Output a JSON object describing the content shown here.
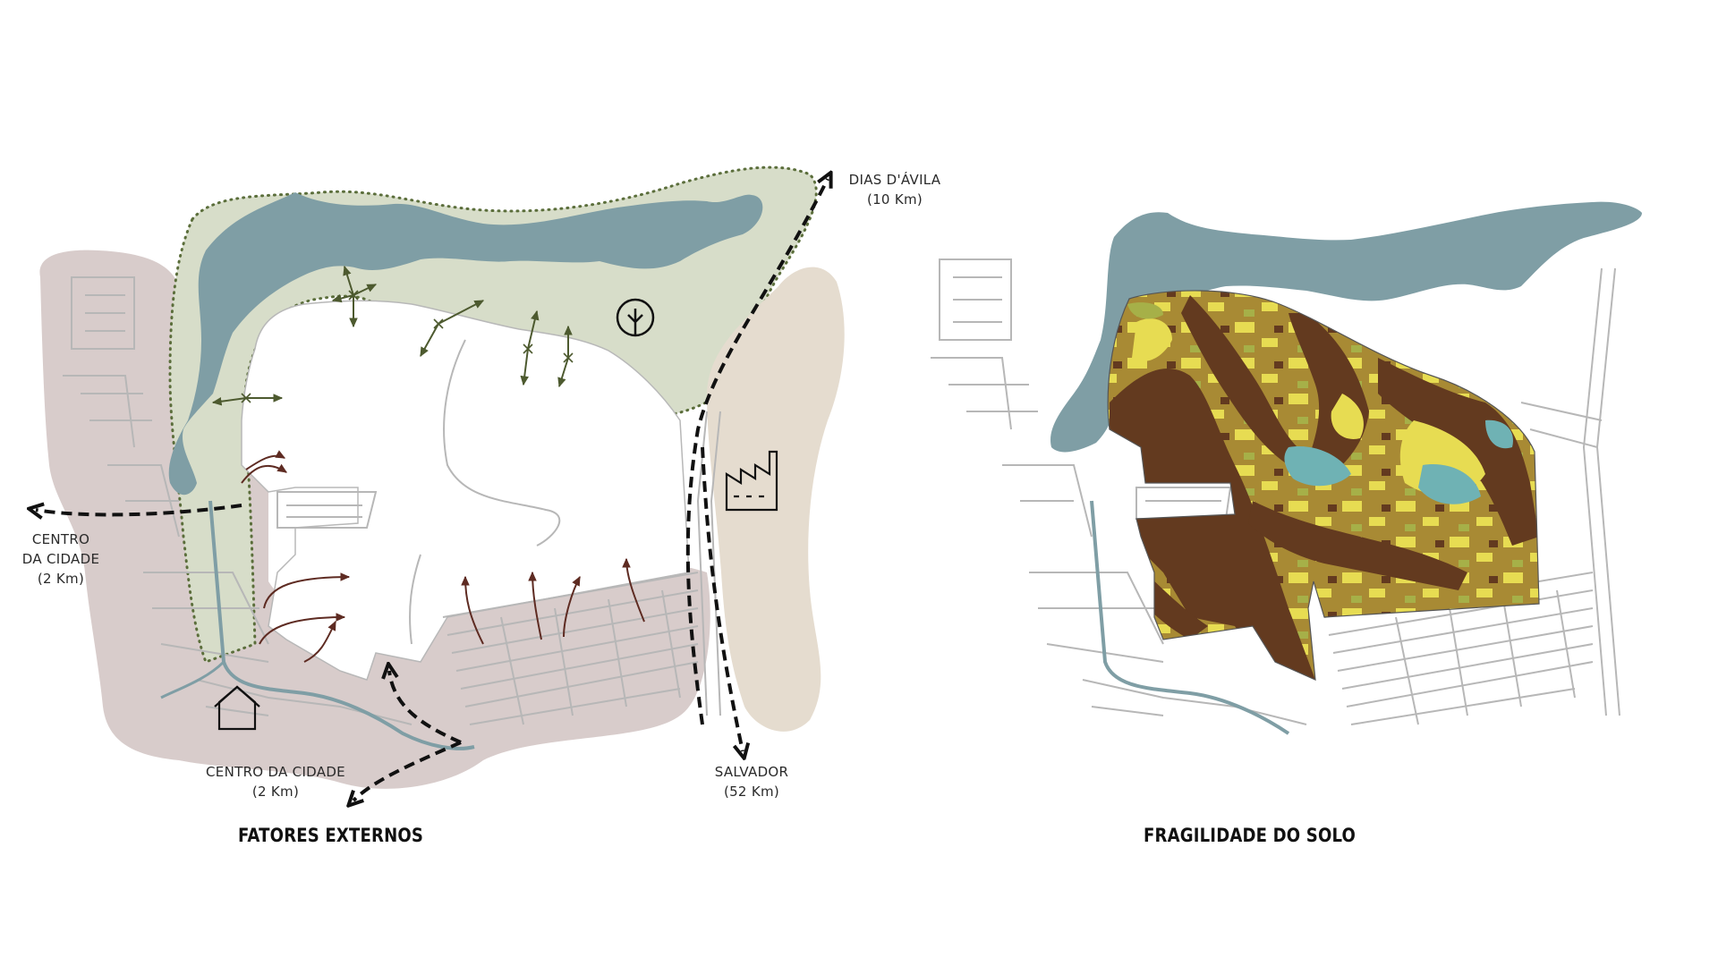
{
  "maps": [
    {
      "title": "FATORES EXTERNOS",
      "labels": {
        "dias_davila": [
          "DIAS D'ÁVILA",
          "(10 Km)"
        ],
        "centro_left": [
          "CENTRO",
          "DA CIDADE",
          "(2 Km)"
        ],
        "centro_bottom": [
          "CENTRO DA CIDADE",
          "(2 Km)"
        ],
        "salvador": [
          "SALVADOR",
          "(52 Km)"
        ]
      },
      "icons": [
        "tree-icon",
        "factory-icon",
        "house-icon"
      ]
    },
    {
      "title": "FRAGILIDADE DO SOLO"
    }
  ],
  "colors": {
    "urban": "#d8cccb",
    "green_buffer": "#d7ddc9",
    "water": "#7f9ea5",
    "industrial": "#e5dccf",
    "arrow_inward": "#5e2b22",
    "arrow_green": "#4d5a2f",
    "fragility_high": "#633a1f",
    "fragility_mid": "#a88a34",
    "fragility_low": "#e7dc52",
    "fragility_water": "#6fb2b4",
    "fragility_green": "#a6b048"
  }
}
